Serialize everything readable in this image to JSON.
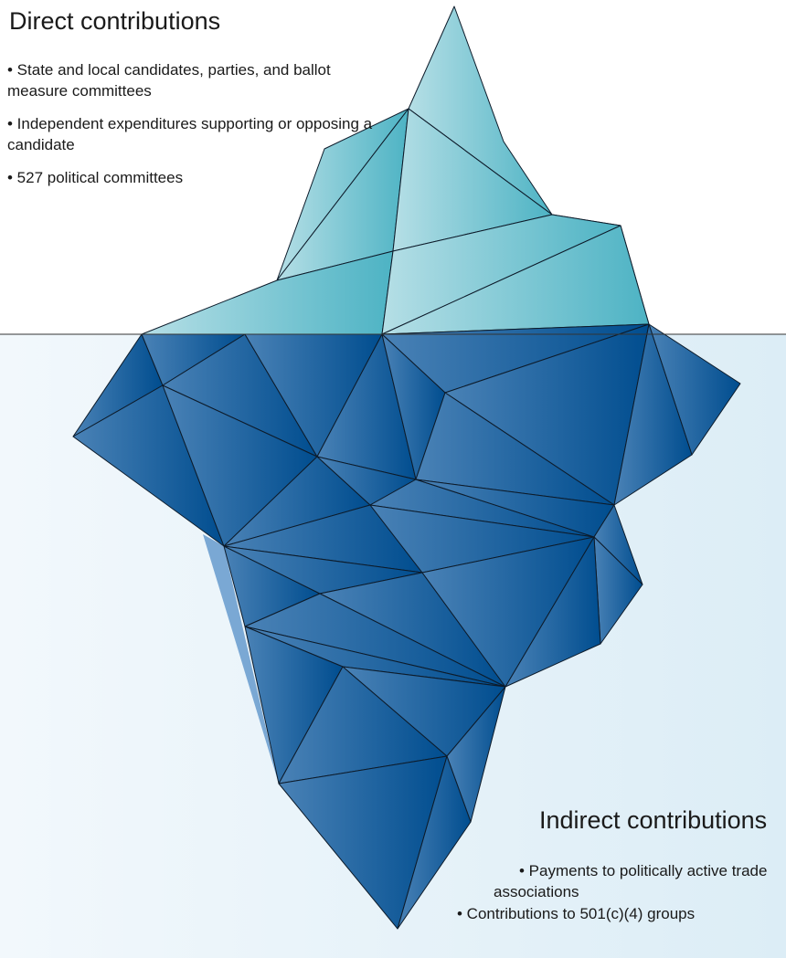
{
  "direct": {
    "heading": "Direct contributions",
    "items": [
      "• State and local candidates, parties, and ballot measure committees",
      "• Independent expenditures supporting or opposing a candidate",
      "• 527 political committees"
    ]
  },
  "indirect": {
    "heading": "Indirect contributions",
    "items": [
      "• Payments to politically active trade associations",
      "• Contributions to 501(c)(4) groups"
    ]
  },
  "colors": {
    "water_light": "#f2f8fc",
    "water_dark": "#dcedf6",
    "ice_above_light": "#b6dfe6",
    "ice_above_dark": "#4db3c4",
    "ice_below_light": "#4a82b6",
    "ice_below_dark": "#004d8f",
    "ice_side": "#7aa8d4",
    "edge": "#0d1b2a"
  }
}
